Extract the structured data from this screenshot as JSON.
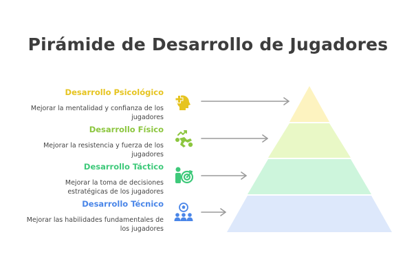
{
  "title": "Pirámide de Desarrollo de Jugadores",
  "levels": [
    {
      "name": "Desarrollo Psicológico",
      "description": "Mejorar la mentalidad y confianza de los jugadores",
      "color": "#e6c420",
      "fill": "#fdf3c0",
      "icon": "head-plus-icon"
    },
    {
      "name": "Desarrollo Físico",
      "description": "Mejorar la resistencia y fuerza de los jugadores",
      "color": "#8cc63f",
      "fill": "#e9f8c6",
      "icon": "runner-trend-icon"
    },
    {
      "name": "Desarrollo Táctico",
      "description": "Mejorar la toma de decisiones estratégicas de los jugadores",
      "color": "#3ec97a",
      "fill": "#cdf5dc",
      "icon": "person-target-icon"
    },
    {
      "name": "Desarrollo Técnico",
      "description": "Mejorar las habilidades fundamentales de los jugadores",
      "color": "#4a86e8",
      "fill": "#dde8fb",
      "icon": "team-ball-icon"
    }
  ]
}
